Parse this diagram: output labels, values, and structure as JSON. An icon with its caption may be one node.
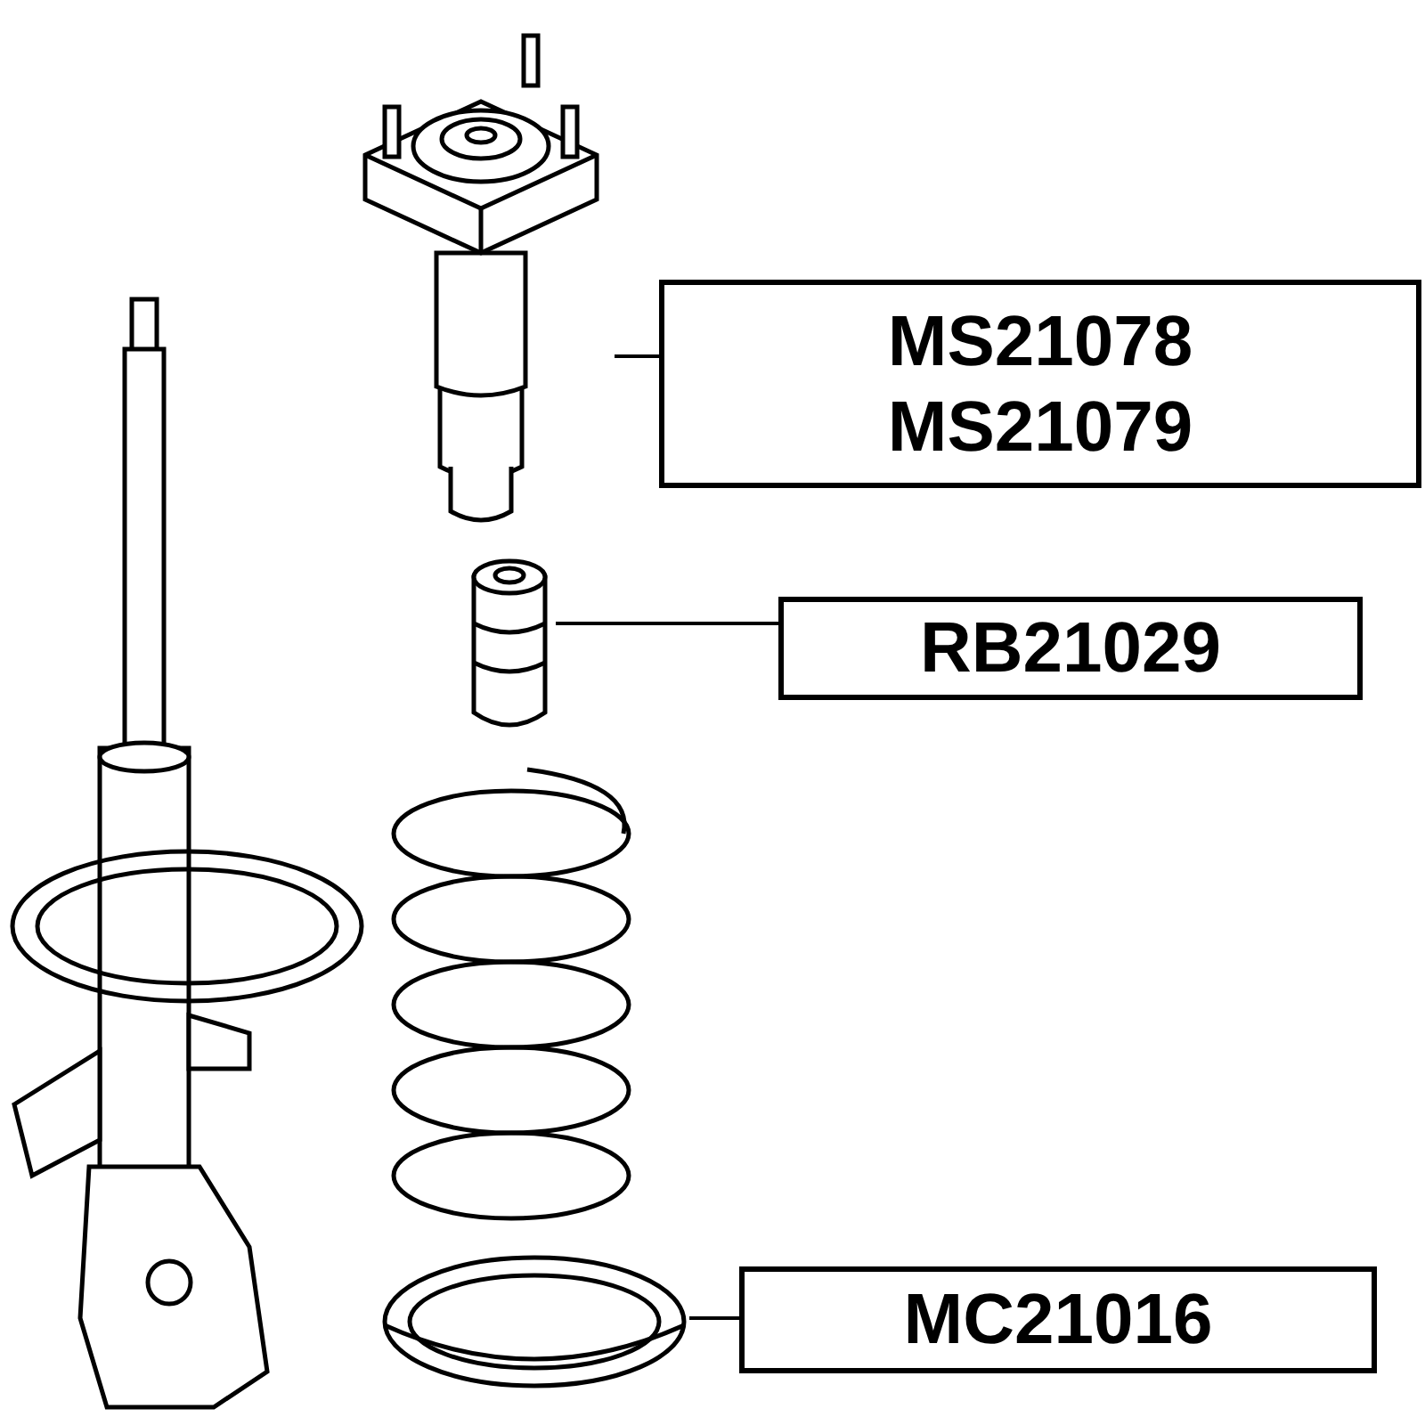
{
  "diagram": {
    "nodes": [
      {
        "text": [
          "MS21078",
          "MS21079"
        ]
      },
      {
        "text": [],
        "shape": "picture"
      },
      {
        "text": [
          "RB21029"
        ]
      },
      {
        "text": [],
        "shape": "picture"
      },
      {
        "text": [
          "MC21016"
        ]
      },
      {
        "text": [],
        "shape": "picture"
      }
    ],
    "edges": [
      {
        "from": 0,
        "to": 1,
        "arrow": "none"
      },
      {
        "from": 2,
        "to": 3,
        "arrow": "none"
      },
      {
        "from": 4,
        "to": 5,
        "arrow": "none"
      }
    ]
  }
}
